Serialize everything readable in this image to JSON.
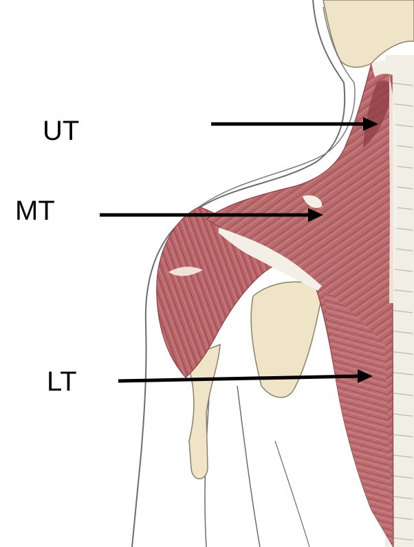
{
  "labels": {
    "ut": "UT",
    "mt": "MT",
    "lt": "LT"
  },
  "colors": {
    "muscle": "#b8666a",
    "muscle_dark": "#8e3e44",
    "tendon": "#f4efe6",
    "bone": "#efe4c7",
    "outline": "#6b6b6b",
    "arrow": "#000000"
  },
  "icons": {
    "arrow": "right-pointing-arrow"
  }
}
